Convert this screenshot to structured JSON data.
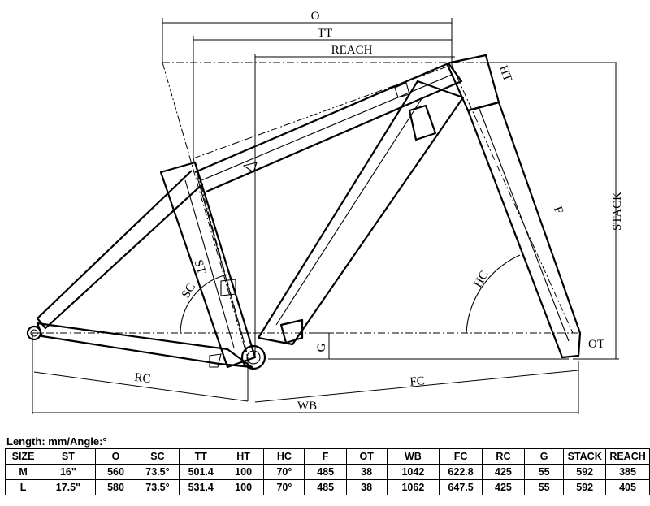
{
  "diagram": {
    "labels": {
      "o": "O",
      "tt": "TT",
      "reach": "REACH",
      "ht": "HT",
      "stack": "STACK",
      "f": "F",
      "st": "ST",
      "sc": "SC",
      "hc": "HC",
      "g": "G",
      "ot": "OT",
      "rc": "RC",
      "fc": "FC",
      "wb": "WB"
    }
  },
  "table": {
    "units_label": "Length: mm/Angle:°",
    "headers": [
      "SIZE",
      "ST",
      "O",
      "SC",
      "TT",
      "HT",
      "HC",
      "F",
      "OT",
      "WB",
      "FC",
      "RC",
      "G",
      "STACK",
      "REACH"
    ],
    "rows": [
      [
        "M",
        "16\"",
        "560",
        "73.5°",
        "501.4",
        "100",
        "70°",
        "485",
        "38",
        "1042",
        "622.8",
        "425",
        "55",
        "592",
        "385"
      ],
      [
        "L",
        "17.5\"",
        "580",
        "73.5°",
        "531.4",
        "100",
        "70°",
        "485",
        "38",
        "1062",
        "647.5",
        "425",
        "55",
        "592",
        "405"
      ]
    ]
  }
}
